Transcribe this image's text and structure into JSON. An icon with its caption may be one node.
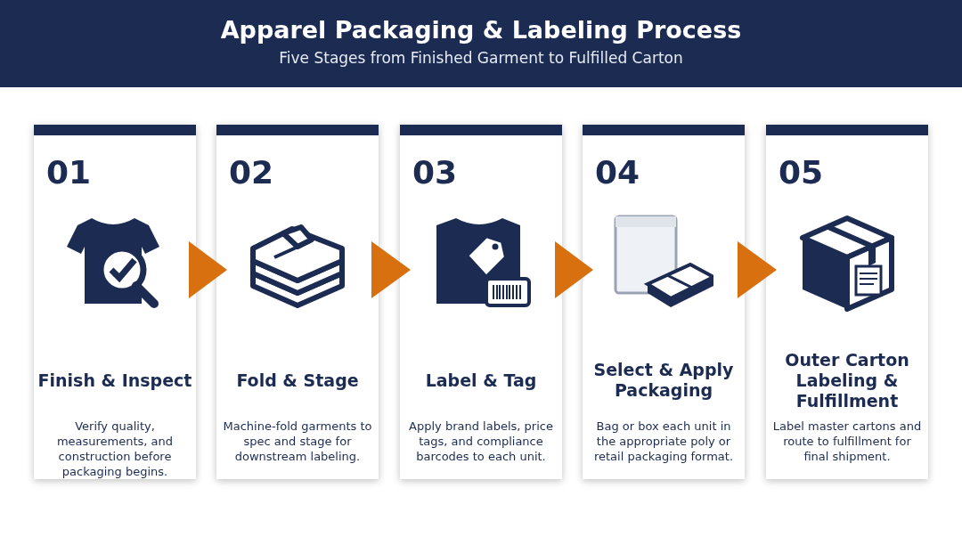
{
  "diagram": {
    "title": "Apparel Packaging & Labeling Process",
    "caption": "Five Stages from Finished Garment to Fulfilled Carton",
    "nodes": [
      {
        "text": [
          "01",
          "Finish & Inspect",
          "Verify quality, measurements, and construction before packaging begins."
        ]
      },
      {
        "text": [
          "02",
          "Fold & Stage",
          "Machine-fold garments to spec and stage for downstream labeling."
        ]
      },
      {
        "text": [
          "03",
          "Label & Tag",
          "Apply brand labels, price tags, and compliance barcodes to each unit."
        ]
      },
      {
        "text": [
          "04",
          "Select & Apply Packaging",
          "Bag or box each unit in the appropriate poly or retail packaging format."
        ]
      },
      {
        "text": [
          "05",
          "Outer Carton Labeling & Fulfillment",
          "Label master cartons and route to fulfillment for final shipment."
        ]
      }
    ],
    "edges": [
      {
        "from": 0,
        "to": 1,
        "arrow": "to",
        "color": "#d9700f"
      },
      {
        "from": 1,
        "to": 2,
        "arrow": "to",
        "color": "#d9700f"
      },
      {
        "from": 2,
        "to": 3,
        "arrow": "to",
        "color": "#d9700f"
      },
      {
        "from": 3,
        "to": 4,
        "arrow": "to",
        "color": "#d9700f"
      }
    ]
  }
}
